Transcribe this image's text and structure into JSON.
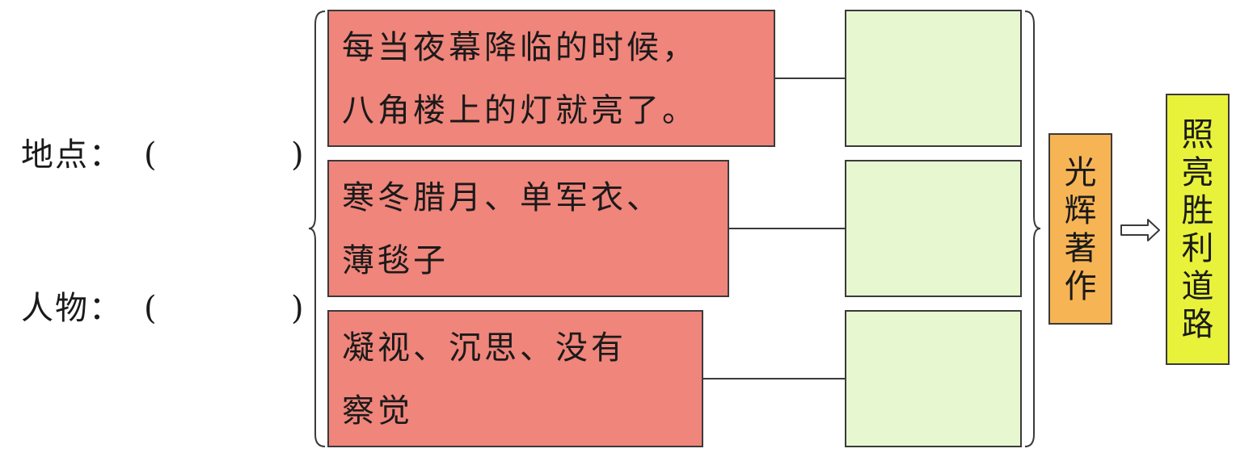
{
  "labels": {
    "place": "地点：",
    "person": "人物：",
    "paren_open": "(",
    "paren_close": ")"
  },
  "red_boxes": [
    {
      "lines": [
        "每当夜幕降临的时候，",
        "八角楼上的灯就亮了。"
      ]
    },
    {
      "lines": [
        "寒冬腊月、单军衣、",
        "薄毯子"
      ]
    },
    {
      "lines": [
        "凝视、沉思、没有",
        "察觉"
      ]
    }
  ],
  "middle_box": {
    "chars": [
      "光",
      "辉",
      "著",
      "作"
    ]
  },
  "result_box": {
    "chars": [
      "照",
      "亮",
      "胜",
      "利",
      "道",
      "路"
    ]
  },
  "colors": {
    "red_fill": "#f0857b",
    "green_fill": "#e7f7cf",
    "orange_fill": "#f7b455",
    "yellow_fill": "#e8f23a",
    "stroke": "#3a3a3a"
  },
  "icons": {
    "left_brace": "left-curly-brace-icon",
    "right_brace": "right-curly-brace-icon",
    "arrow": "hollow-right-arrow-icon"
  }
}
